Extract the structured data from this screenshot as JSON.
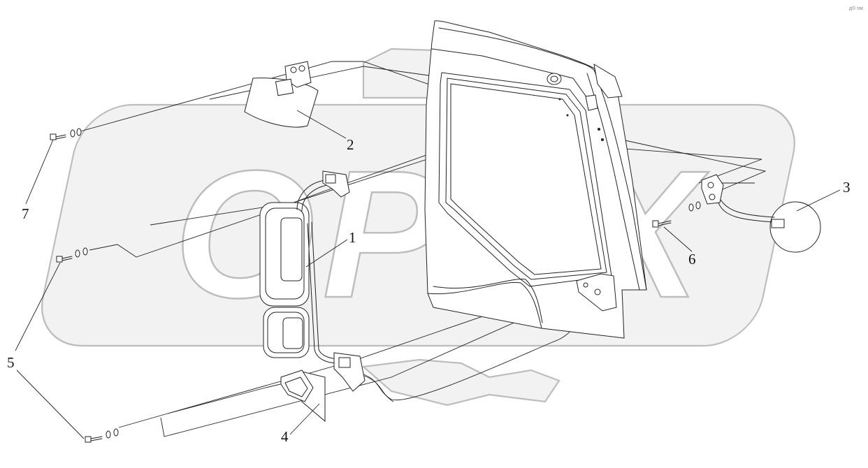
{
  "watermark": {
    "text": "OPEX",
    "outline_color": "#bdbdbd",
    "fill_color": "#f2f2f2"
  },
  "corner_mark": "д® пм",
  "callouts": [
    {
      "id": "c1",
      "label": "1"
    },
    {
      "id": "c2",
      "label": "2"
    },
    {
      "id": "c3",
      "label": "3"
    },
    {
      "id": "c4",
      "label": "4"
    },
    {
      "id": "c5",
      "label": "5"
    },
    {
      "id": "c6",
      "label": "6"
    },
    {
      "id": "c7",
      "label": "7"
    }
  ]
}
